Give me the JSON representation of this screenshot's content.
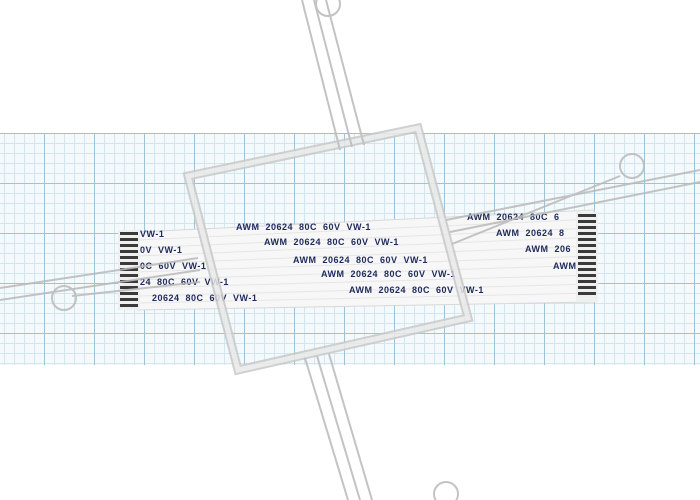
{
  "photo": {
    "subject": "flat-flex-ribbon-cable",
    "background": "graph-paper",
    "colors": {
      "cable": "#f7f7f7",
      "cable_edge": "#d8d8d8",
      "contacts": "#3a3a3a",
      "print": "#1e2a5a",
      "grid_major": "#9ec3d6",
      "grid_minor": "#d3e6ef",
      "watermark": "#aaaaaa"
    }
  },
  "cable_print": {
    "lines": [
      "AWM  20624  80C  60V  VW-1",
      "AWM  20624  80C  60V  VW-1",
      "AWM  20624  80C  60V  VW-1",
      "AWM  20624  80C  60V  VW-1",
      "AWM  20624  80C  60V  VW-1"
    ],
    "left_fragments": [
      "VW-1",
      "0V  VW-1",
      "0C  60V  VW-1",
      "24  80C  60V  VW-1",
      "20624  80C  60V  VW-1"
    ],
    "right_fragments": [
      "AWM  20624  80C  6",
      "AWM  20624  8",
      "AWM  206",
      "AWM"
    ]
  },
  "watermark": {
    "text": "",
    "shape": "square-with-pins-logo"
  }
}
